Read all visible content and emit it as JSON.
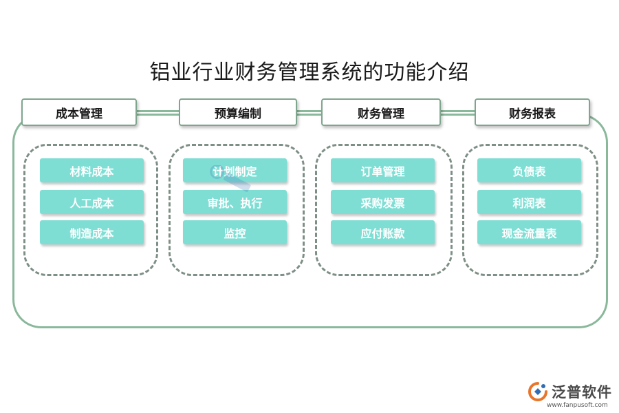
{
  "title": "铝业行业财务管理系统的功能介绍",
  "categories": [
    {
      "label": "成本管理",
      "items": [
        "材料成本",
        "人工成本",
        "制造成本"
      ]
    },
    {
      "label": "预算编制",
      "items": [
        "计划制定",
        "审批、执行",
        "监控"
      ]
    },
    {
      "label": "财务管理",
      "items": [
        "订单管理",
        "采购发票",
        "应付账款"
      ]
    },
    {
      "label": "财务报表",
      "items": [
        "负债表",
        "利润表",
        "现金流量表"
      ]
    }
  ],
  "logo": {
    "name": "泛普软件",
    "url": "www.fanpusoft.com"
  },
  "colors": {
    "accent": "#8ab89b",
    "item_fill": "#7fded4",
    "dash": "#7e8f86",
    "logo_orange": "#e8752a",
    "logo_blue": "#2f6db5"
  }
}
